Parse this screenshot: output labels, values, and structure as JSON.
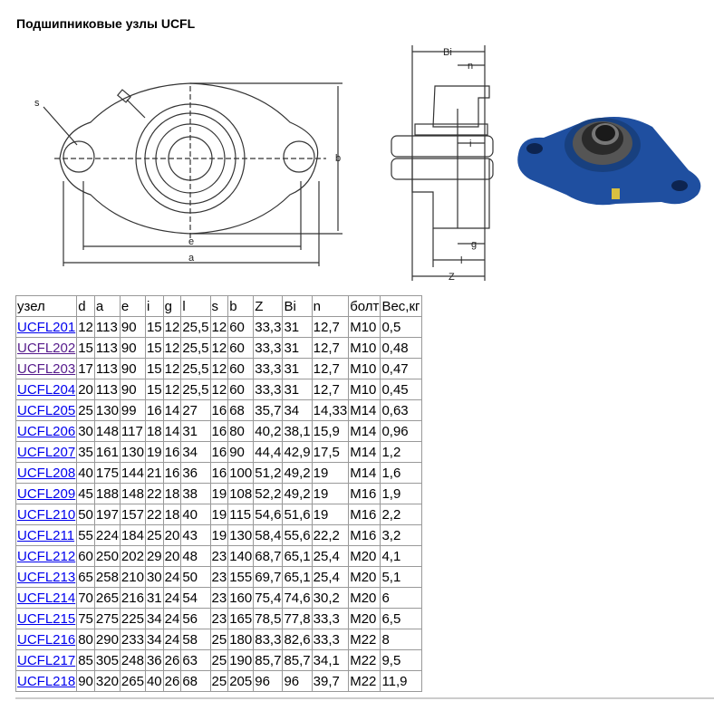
{
  "title": "Подшипниковые узлы UCFL",
  "drawing_labels": {
    "s": "s",
    "e": "e",
    "a": "a",
    "b": "b",
    "Bi": "Bi",
    "n": "n",
    "i": "i",
    "g": "g",
    "l": "l",
    "Z": "Z"
  },
  "colors": {
    "link": "#0000ee",
    "visited": "#551a8b",
    "housing": "#1f4fa0"
  },
  "table": {
    "headers": [
      "узел",
      "d",
      "a",
      "e",
      "i",
      "g",
      "l",
      "s",
      "b",
      "Z",
      "Bi",
      "n",
      "болт",
      "Вес,кг"
    ],
    "rows": [
      [
        "UCFL201",
        "12",
        "113",
        "90",
        "15",
        "12",
        "25,5",
        "12",
        "60",
        "33,3",
        "31",
        "12,7",
        "M10",
        "0,5"
      ],
      [
        "UCFL202",
        "15",
        "113",
        "90",
        "15",
        "12",
        "25,5",
        "12",
        "60",
        "33,3",
        "31",
        "12,7",
        "M10",
        "0,48"
      ],
      [
        "UCFL203",
        "17",
        "113",
        "90",
        "15",
        "12",
        "25,5",
        "12",
        "60",
        "33,3",
        "31",
        "12,7",
        "M10",
        "0,47"
      ],
      [
        "UCFL204",
        "20",
        "113",
        "90",
        "15",
        "12",
        "25,5",
        "12",
        "60",
        "33,3",
        "31",
        "12,7",
        "M10",
        "0,45"
      ],
      [
        "UCFL205",
        "25",
        "130",
        "99",
        "16",
        "14",
        "27",
        "16",
        "68",
        "35,7",
        "34",
        "14,33",
        "M14",
        "0,63"
      ],
      [
        "UCFL206",
        "30",
        "148",
        "117",
        "18",
        "14",
        "31",
        "16",
        "80",
        "40,2",
        "38,1",
        "15,9",
        "M14",
        "0,96"
      ],
      [
        "UCFL207",
        "35",
        "161",
        "130",
        "19",
        "16",
        "34",
        "16",
        "90",
        "44,4",
        "42,9",
        "17,5",
        "M14",
        "1,2"
      ],
      [
        "UCFL208",
        "40",
        "175",
        "144",
        "21",
        "16",
        "36",
        "16",
        "100",
        "51,2",
        "49,2",
        "19",
        "M14",
        "1,6"
      ],
      [
        "UCFL209",
        "45",
        "188",
        "148",
        "22",
        "18",
        "38",
        "19",
        "108",
        "52,2",
        "49,2",
        "19",
        "M16",
        "1,9"
      ],
      [
        "UCFL210",
        "50",
        "197",
        "157",
        "22",
        "18",
        "40",
        "19",
        "115",
        "54,6",
        "51,6",
        "19",
        "M16",
        "2,2"
      ],
      [
        "UCFL211",
        "55",
        "224",
        "184",
        "25",
        "20",
        "43",
        "19",
        "130",
        "58,4",
        "55,6",
        "22,2",
        "M16",
        "3,2"
      ],
      [
        "UCFL212",
        "60",
        "250",
        "202",
        "29",
        "20",
        "48",
        "23",
        "140",
        "68,7",
        "65,1",
        "25,4",
        "M20",
        "4,1"
      ],
      [
        "UCFL213",
        "65",
        "258",
        "210",
        "30",
        "24",
        "50",
        "23",
        "155",
        "69,7",
        "65,1",
        "25,4",
        "M20",
        "5,1"
      ],
      [
        "UCFL214",
        "70",
        "265",
        "216",
        "31",
        "24",
        "54",
        "23",
        "160",
        "75,4",
        "74,6",
        "30,2",
        "M20",
        "6"
      ],
      [
        "UCFL215",
        "75",
        "275",
        "225",
        "34",
        "24",
        "56",
        "23",
        "165",
        "78,5",
        "77,8",
        "33,3",
        "M20",
        "6,5"
      ],
      [
        "UCFL216",
        "80",
        "290",
        "233",
        "34",
        "24",
        "58",
        "25",
        "180",
        "83,3",
        "82,6",
        "33,3",
        "M22",
        "8"
      ],
      [
        "UCFL217",
        "85",
        "305",
        "248",
        "36",
        "26",
        "63",
        "25",
        "190",
        "85,7",
        "85,7",
        "34,1",
        "M22",
        "9,5"
      ],
      [
        "UCFL218",
        "90",
        "320",
        "265",
        "40",
        "26",
        "68",
        "25",
        "205",
        "96",
        "96",
        "39,7",
        "M22",
        "11,9"
      ]
    ],
    "visited": [
      "UCFL202",
      "UCFL203"
    ]
  }
}
